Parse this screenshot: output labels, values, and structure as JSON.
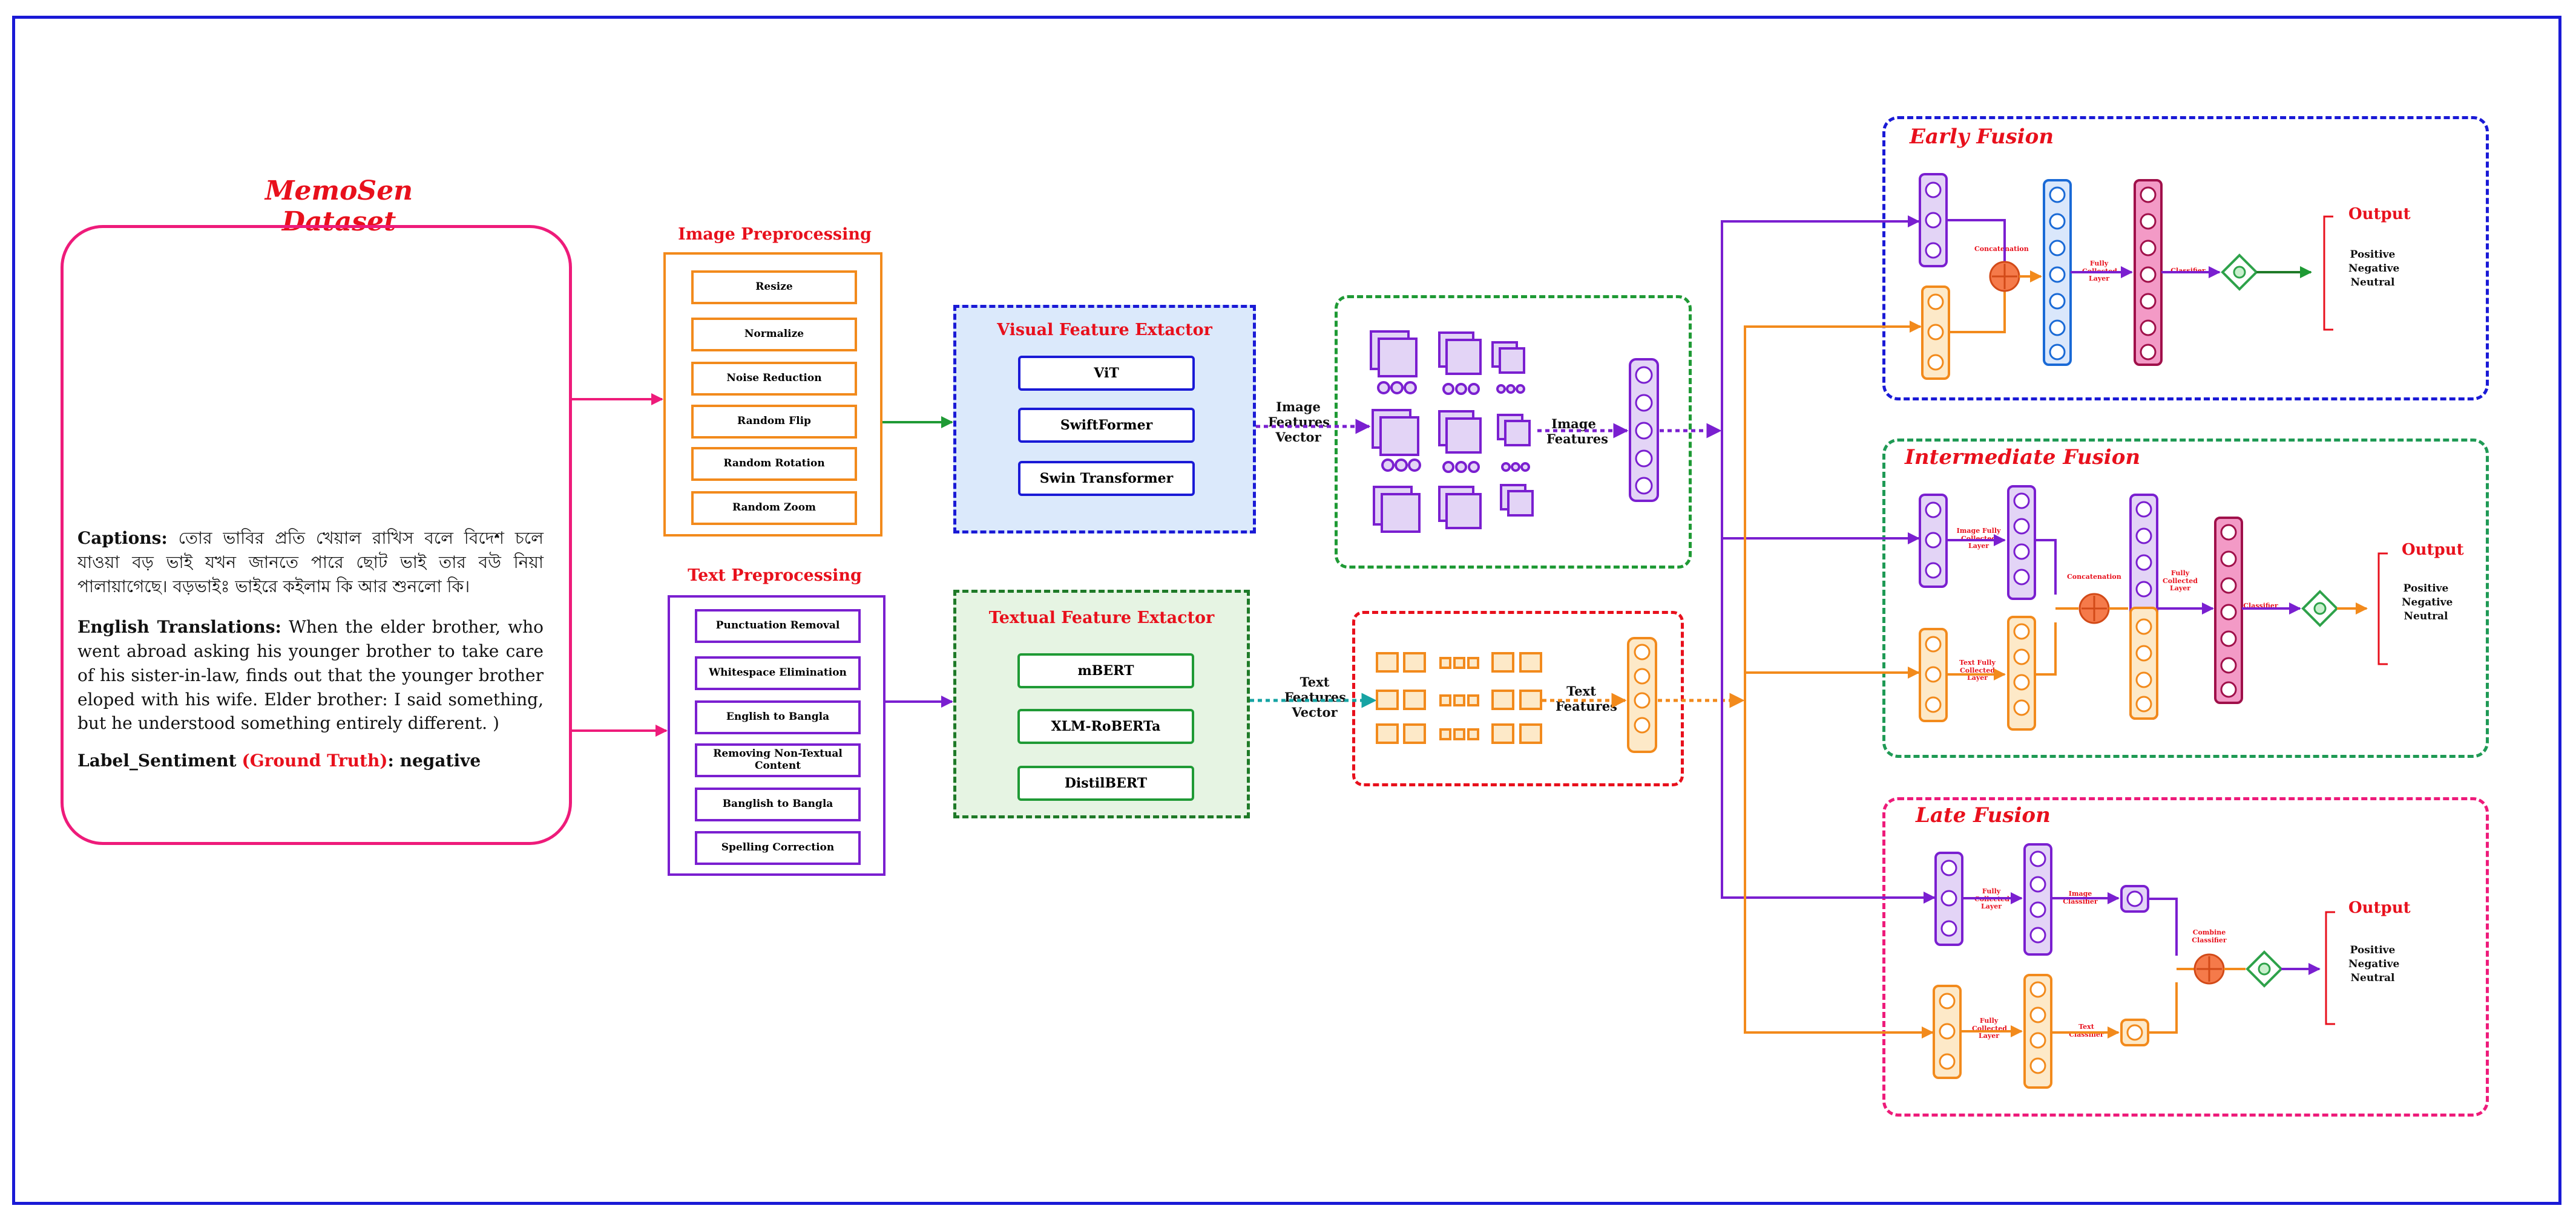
{
  "dataset": {
    "title": "MemoSen Dataset",
    "captions_label": "Captions:",
    "captions_text": "তোর ভাবির প্রতি খেয়াল রাখিস বলে বিদেশ চলে যাওয়া বড় ভাই যখন জানতে পারে ছোট ভাই তার বউ নিয়া পালায়াগেছে। বড়ভাইঃ ভাইরে কইলাম কি আর শুনলো কি।",
    "translation_label": "English Translations:",
    "translation_text": "When the elder brother, who went abroad asking his younger brother to take care of his sister-in-law, finds out that the younger brother eloped with his wife. Elder brother: I said something, but he understood something entirely different. )",
    "label_name": "Label_Sentiment",
    "label_gt": "(Ground Truth)",
    "label_value": ": negative"
  },
  "image_preprocessing": {
    "title": "Image Preprocessing",
    "steps": [
      "Resize",
      "Normalize",
      "Noise Reduction",
      "Random Flip",
      "Random Rotation",
      "Random Zoom"
    ]
  },
  "text_preprocessing": {
    "title": "Text Preprocessing",
    "steps": [
      "Punctuation Removal",
      "Whitespace Elimination",
      "English to Bangla",
      "Removing Non-Textual Content",
      "Banglish to Bangla",
      "Spelling Correction"
    ]
  },
  "visual_extractor": {
    "title": "Visual Feature Extactor",
    "models": [
      "ViT",
      "SwiftFormer",
      "Swin Transformer"
    ]
  },
  "textual_extractor": {
    "title": "Textual Feature Extactor",
    "models": [
      "mBERT",
      "XLM-RoBERTa",
      "DistilBERT"
    ]
  },
  "labels": {
    "image_features_vector": "Image Features Vector",
    "image_features": "Image Features",
    "text_features_vector": "Text Features Vector",
    "text_features": "Text Features"
  },
  "early_fusion": {
    "title": "Early Fusion",
    "concatenation": "Concatenation",
    "fc_layer": "Fully Collected Layer",
    "classifier": "Classifier",
    "output_title": "Output",
    "outputs": [
      "Positive",
      "Negative",
      "Neutral"
    ]
  },
  "intermediate_fusion": {
    "title": "Intermediate Fusion",
    "image_fc": "Image Fully Collected Layer",
    "text_fc": "Text Fully Collected Layer",
    "concatenation": "Concatenation",
    "fc_layer": "Fully Collected Layer",
    "classifier": "Classifier",
    "output_title": "Output",
    "outputs": [
      "Positive",
      "Negative",
      "Neutral"
    ]
  },
  "late_fusion": {
    "title": "Late Fusion",
    "fc_top": "Fully Collected Layer",
    "image_classifier": "Image Classifier",
    "fc_bottom": "Fully Collected Layer",
    "text_classifier": "Text Classifier",
    "combine": "Combine Classifier",
    "output_title": "Output",
    "outputs": [
      "Positive",
      "Negative",
      "Neutral"
    ]
  },
  "colors": {
    "frame": "#1a1ad6",
    "dataset_border": "#ee1b7a",
    "image_branch": "#f28a1c",
    "text_branch": "#7a1fd0",
    "visual_fill": "#dbe9fb",
    "textual_fill": "#e6f4e3",
    "purple_node": "#e3d4f6",
    "orange_node": "#fde9c8",
    "blue_node": "#dae7fb",
    "pink_node": "#f39ac6",
    "green_diamond": "#2ea24a",
    "concat": "#f57a4a"
  }
}
